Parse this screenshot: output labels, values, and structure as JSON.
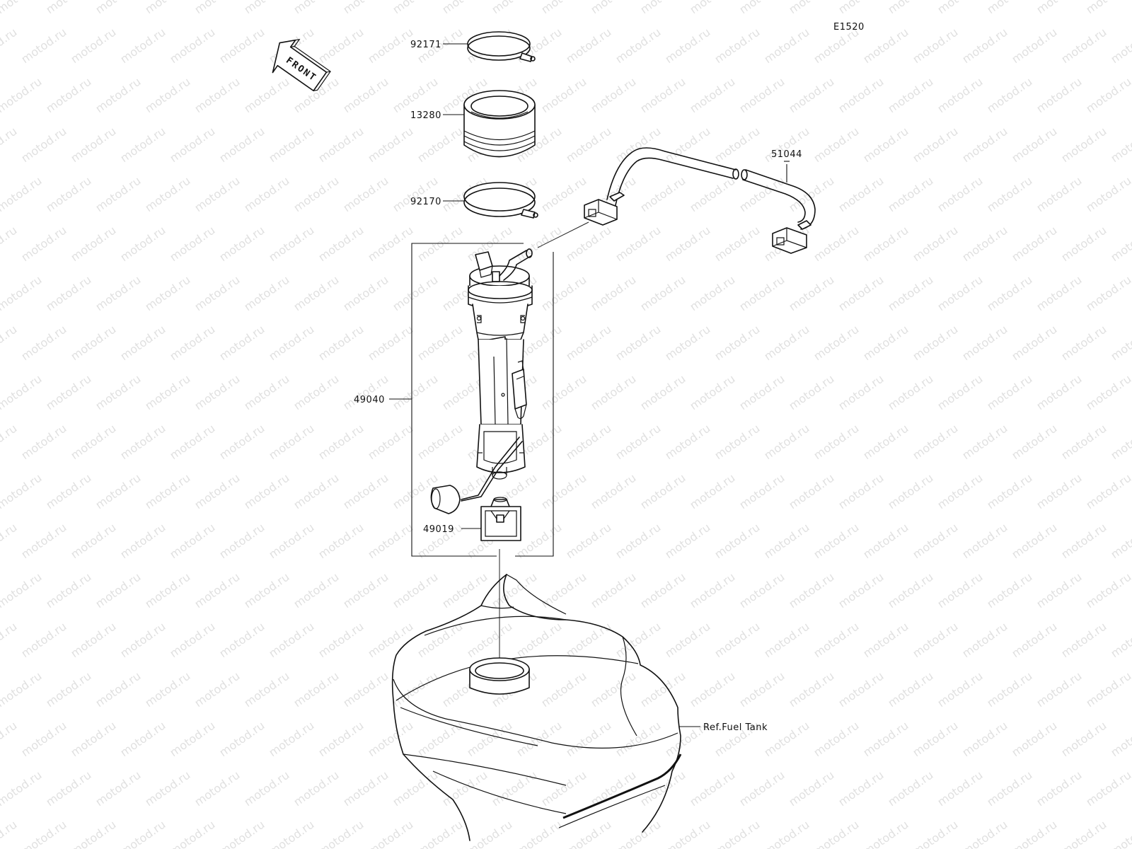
{
  "diagram_code": "E1520",
  "watermark_text": "motod.ru",
  "front_label": "FRONT",
  "parts": [
    {
      "number": "92171"
    },
    {
      "number": "13280"
    },
    {
      "number": "92170"
    },
    {
      "number": "51044"
    },
    {
      "number": "49040"
    },
    {
      "number": "49019"
    }
  ],
  "reference": {
    "label": "Ref.Fuel Tank"
  }
}
